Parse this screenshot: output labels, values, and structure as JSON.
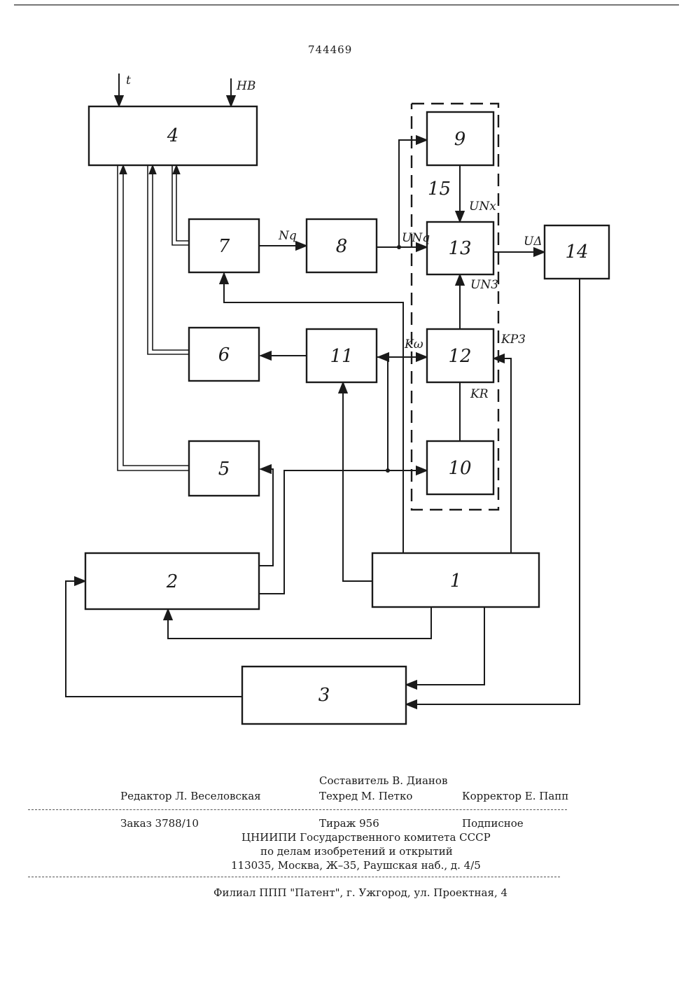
{
  "patent_number": "744469",
  "diagram": {
    "blocks": [
      {
        "id": "1",
        "label": "1"
      },
      {
        "id": "2",
        "label": "2"
      },
      {
        "id": "3",
        "label": "3"
      },
      {
        "id": "4",
        "label": "4"
      },
      {
        "id": "5",
        "label": "5"
      },
      {
        "id": "6",
        "label": "6"
      },
      {
        "id": "7",
        "label": "7"
      },
      {
        "id": "8",
        "label": "8"
      },
      {
        "id": "9",
        "label": "9"
      },
      {
        "id": "10",
        "label": "10"
      },
      {
        "id": "11",
        "label": "11"
      },
      {
        "id": "12",
        "label": "12"
      },
      {
        "id": "13",
        "label": "13"
      },
      {
        "id": "14",
        "label": "14"
      }
    ],
    "group_label": "15",
    "signals": {
      "t": "t",
      "hb": "HB",
      "nq": "Nq",
      "unq": "UNq",
      "unx": "UNx",
      "ua": "UΔ",
      "un3": "UN3",
      "kw": "Kω",
      "kp3": "KP3",
      "kr": "KR"
    }
  },
  "footer": {
    "compiler": "Составитель В. Дианов",
    "editor": "Редактор Л. Веселовская",
    "techred": "Техред М. Петко",
    "corrector": "Корректор Е. Папп",
    "order": "Заказ 3788/10",
    "circulation": "Тираж 956",
    "subscription": "Подписное",
    "org1": "ЦНИИПИ Государственного комитета СССР",
    "org2": "по делам изобретений и открытий",
    "address": "113035, Москва, Ж–35, Раушская наб., д. 4/5",
    "branch": "Филиал ППП \"Патент\", г. Ужгород, ул. Проектная, 4"
  }
}
